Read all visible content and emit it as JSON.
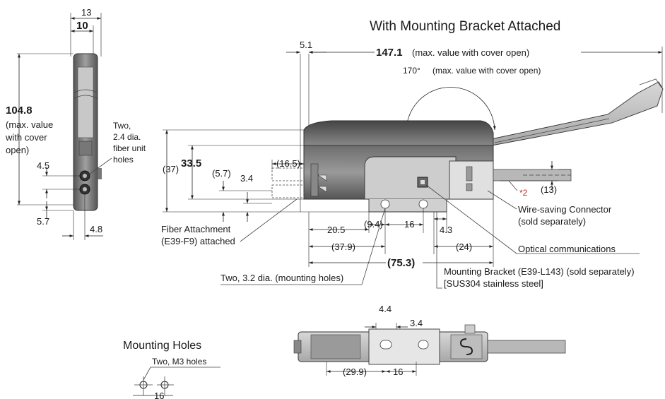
{
  "titles": {
    "main": "With Mounting Bracket Attached",
    "holes": "Mounting Holes"
  },
  "side_view": {
    "d13": "13",
    "d10": "10",
    "d104_8": "104.8",
    "cover_note_1": "(max. value",
    "cover_note_2": "with cover",
    "cover_note_3": "open)",
    "holes_note_1": "Two,",
    "holes_note_2": "2.4 dia.",
    "holes_note_3": "fiber unit",
    "holes_note_4": "holes",
    "d4_5": "4.5",
    "d5_7": "5.7",
    "d4_8": "4.8"
  },
  "front_view": {
    "d5_1": "5.1",
    "d147_1": "147.1",
    "d147_1_note": "(max. value with cover open)",
    "angle": "170°",
    "angle_note": "(max. value with cover open)",
    "d37": "(37)",
    "d33_5": "33.5",
    "d16_5": "(16.5)",
    "d5_7p": "(5.7)",
    "d3_4": "3.4",
    "d13p": "(13)",
    "note2": "*2",
    "d20_5": "20.5",
    "d9_4": "(9.4)",
    "d16": "16",
    "d4_3": "4.3",
    "d37_9": "(37.9)",
    "d24": "(24)",
    "d75_3": "(75.3)",
    "fiber_att_1": "Fiber Attachment",
    "fiber_att_2": "(E39-F9) attached",
    "wire_conn_1": "Wire-saving Connector",
    "wire_conn_2": "(sold separately)",
    "optical": "Optical communications",
    "bracket_1": "Mounting Bracket (E39-L143) (sold separately)",
    "bracket_2": "[SUS304 stainless steel]",
    "mount_holes": "Two, 3.2 dia. (mounting holes)"
  },
  "bottom_view": {
    "d4_4": "4.4",
    "d3_4": "3.4",
    "d29_9": "(29.9)",
    "d16": "16"
  },
  "holes_view": {
    "label": "Two, M3 holes",
    "d16": "16"
  }
}
